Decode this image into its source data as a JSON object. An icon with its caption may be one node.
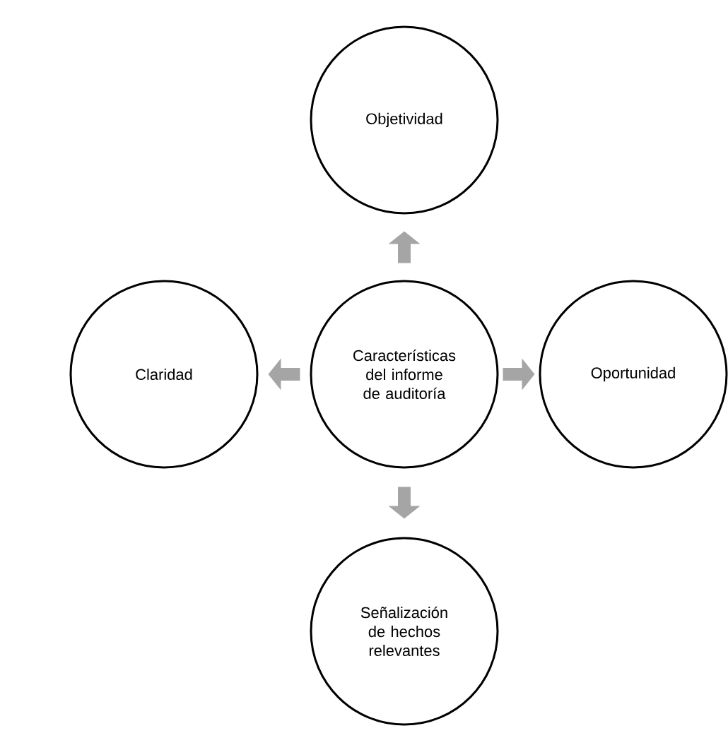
{
  "diagram": {
    "nodes": [
      {
        "text": [
          "Características del informe de auditoría"
        ]
      },
      {
        "text": [
          "Objetividad"
        ]
      },
      {
        "text": [
          "Oportunidad"
        ]
      },
      {
        "text": [
          "Señalización de hechos relevantes"
        ]
      },
      {
        "text": [
          "Claridad"
        ]
      }
    ],
    "edges": [
      {
        "from": 0,
        "to": 1,
        "arrow": "to"
      },
      {
        "from": 0,
        "to": 2,
        "arrow": "to"
      },
      {
        "from": 0,
        "to": 3,
        "arrow": "to"
      },
      {
        "from": 0,
        "to": 4,
        "arrow": "to"
      }
    ]
  }
}
